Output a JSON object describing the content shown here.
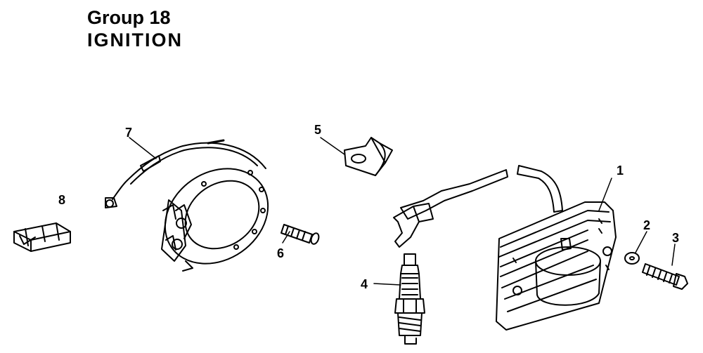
{
  "header": {
    "group": "Group 18",
    "section": "IGNITION"
  },
  "callouts": [
    "1",
    "2",
    "3",
    "4",
    "5",
    "6",
    "7",
    "8"
  ]
}
